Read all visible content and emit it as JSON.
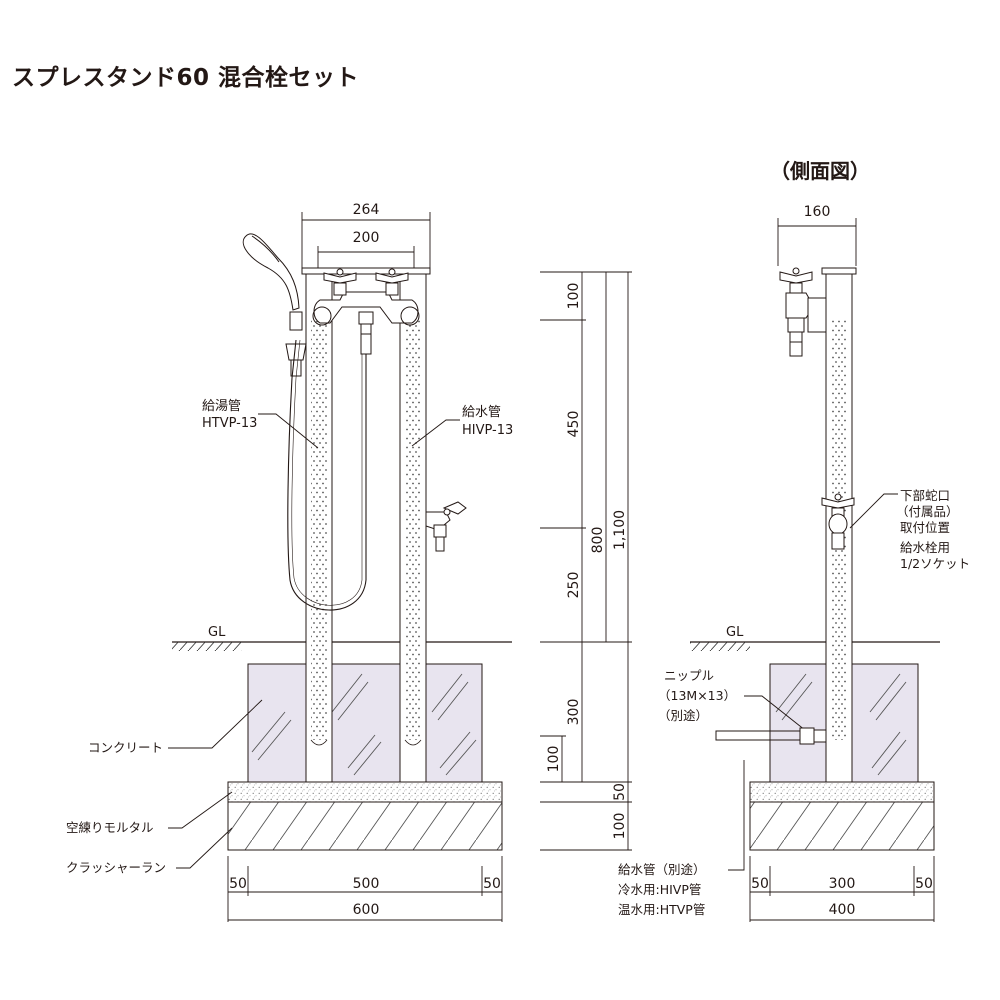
{
  "title": "スプレスタンド60 混合栓セット",
  "side_view_title": "（側面図）",
  "front": {
    "dim_top_outer": "264",
    "dim_top_inner": "200",
    "hot_pipe_label_1": "給湯管",
    "hot_pipe_label_2": "HTVP-13",
    "cold_pipe_label_1": "給水管",
    "cold_pipe_label_2": "HIVP-13",
    "gl": "GL",
    "concrete": "コンクリート",
    "dry_mortar": "空練りモルタル",
    "crusher_run": "クラッシャーラン",
    "dim_bottom_left": "50",
    "dim_bottom_mid": "500",
    "dim_bottom_right": "50",
    "dim_bottom_total": "600"
  },
  "elevation": {
    "d100_top": "100",
    "d450": "450",
    "d250": "250",
    "d300": "300",
    "d100_bottom": "100",
    "d800": "800",
    "d1100": "1,100",
    "d50": "50",
    "d100_base": "100"
  },
  "side": {
    "dim_top": "160",
    "gl": "GL",
    "lower_faucet_1": "下部蛇口",
    "lower_faucet_2": "（付属品）",
    "lower_faucet_3": "取付位置",
    "lower_faucet_4": "給水栓用",
    "lower_faucet_5": "1/2ソケット",
    "nipple_1": "ニップル",
    "nipple_2": "（13M×13）",
    "nipple_3": "（別途）",
    "supply_1": "給水管（別途）",
    "supply_2": "冷水用:HIVP管",
    "supply_3": "温水用:HTVP管",
    "dim_bottom_left": "50",
    "dim_bottom_mid": "300",
    "dim_bottom_right": "50",
    "dim_bottom_total": "400"
  }
}
